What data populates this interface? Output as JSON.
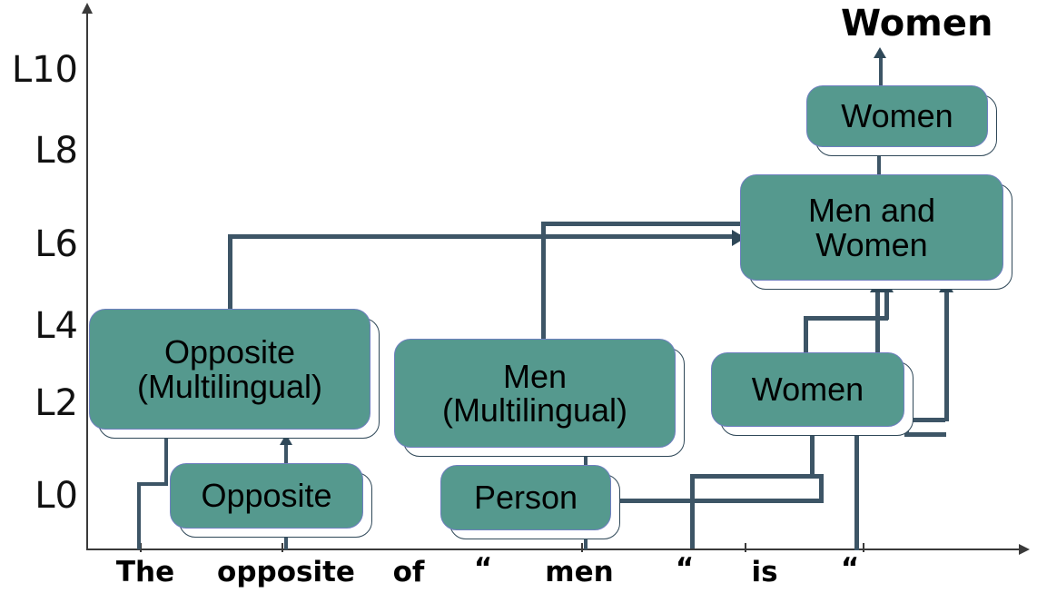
{
  "figure": {
    "type": "computation-graph",
    "output_text": "Women",
    "teal": "#55998e",
    "wire_color": "#3d5566",
    "axis_color": "#3a3a3a"
  },
  "y_axis": {
    "label_prefix": "L",
    "ticks": [
      "L10",
      "L8",
      "L6",
      "L4",
      "L2",
      "L0"
    ]
  },
  "x_axis": {
    "tokens": [
      "The",
      "opposite",
      "of",
      "“",
      "men",
      "“",
      "is",
      "“"
    ]
  },
  "nodes": [
    {
      "id": "opposite-multilingual",
      "label": "Opposite\n(Multilingual)"
    },
    {
      "id": "opposite",
      "label": "Opposite"
    },
    {
      "id": "men-multilingual",
      "label": "Men\n(Multilingual)"
    },
    {
      "id": "person",
      "label": "Person"
    },
    {
      "id": "women-mid",
      "label": "Women"
    },
    {
      "id": "men-and-women",
      "label": "Men and\nWomen"
    },
    {
      "id": "women-top",
      "label": "Women"
    }
  ]
}
